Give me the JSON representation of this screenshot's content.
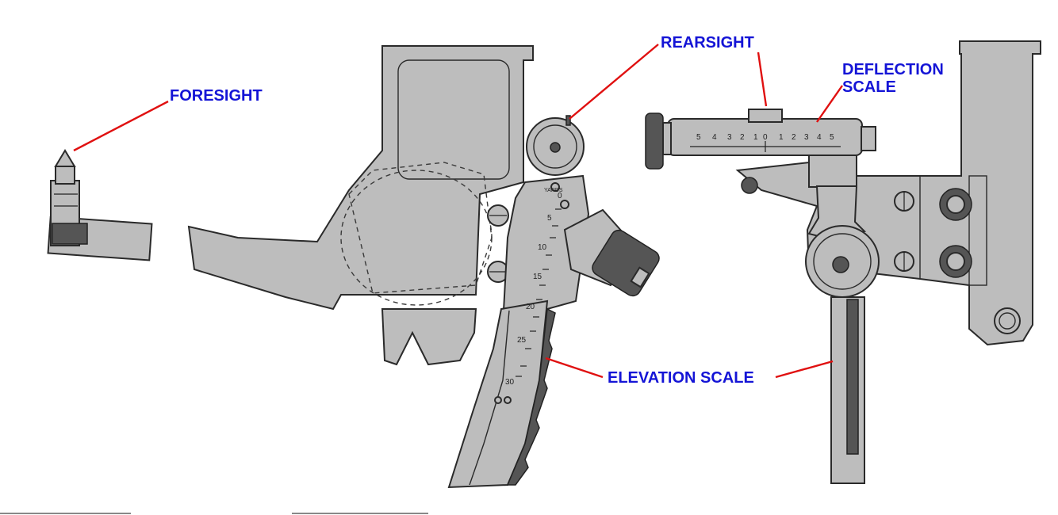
{
  "colors": {
    "label_text": "#1414d6",
    "leader_line": "#e01010",
    "part_fill": "#bdbdbd",
    "outline": "#2a2a2a"
  },
  "labels": {
    "foresight": "FORESIGHT",
    "rearsight": "REARSIGHT",
    "deflection_line1": "DEFLECTION",
    "deflection_line2": "SCALE",
    "elevation": "ELEVATION SCALE"
  },
  "deflection_scale_marks": [
    "5",
    "4",
    "3",
    "2",
    "1",
    "0",
    "1",
    "2",
    "3",
    "4",
    "5"
  ],
  "elevation_scale_marks": [
    "0",
    "5",
    "10",
    "15",
    "20",
    "25",
    "30"
  ],
  "scale_caption": "YARDS"
}
